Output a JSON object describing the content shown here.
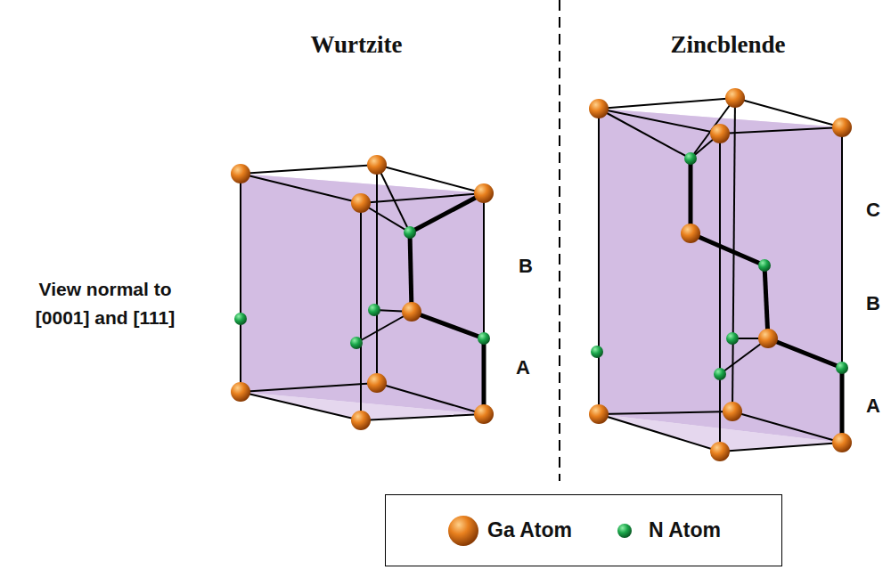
{
  "diagram": {
    "labels": [
      "Wurtzite",
      "Zincblende",
      "View normal to [0001] and [111]",
      "B",
      "A",
      "C",
      "B",
      "A"
    ],
    "legend": [
      {
        "text": "Ga Atom"
      },
      {
        "text": "N Atom"
      }
    ]
  }
}
